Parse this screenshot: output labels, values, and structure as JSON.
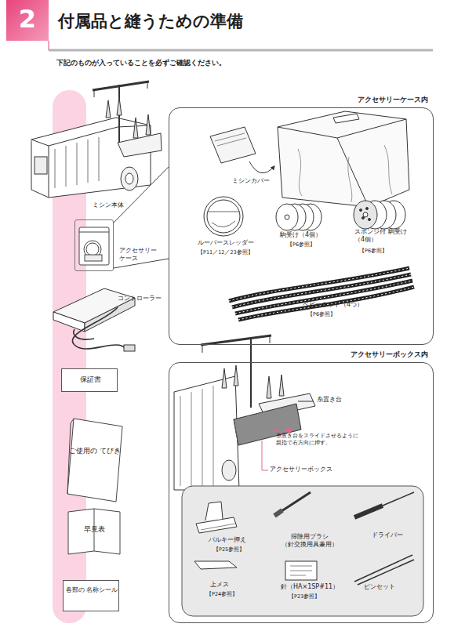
{
  "diagram": {
    "title": "付属品と縫うための準備",
    "nodes": [
      {
        "text": [
          "アクセサリーケース内"
        ]
      },
      {
        "text": [
          "アクセサリー ケース"
        ]
      },
      {
        "text": [
          "保証書"
        ]
      },
      {
        "text": [
          "ご使用の てびき"
        ]
      },
      {
        "text": [
          "早見表"
        ]
      },
      {
        "text": [
          "各部の 名称シール"
        ]
      },
      {
        "text": [
          "アクセサリーボックス内"
        ]
      }
    ],
    "edges": [
      {
        "from": 1,
        "to": 0,
        "arrow": "none"
      }
    ],
    "labels": [
      "2",
      "下記のものが入っていることを必ずご確認ください。",
      "ミシン本体",
      "ミシンカバー",
      "ルーパースレッダー",
      "【P11／12／23参照】",
      "駒受け（4個）",
      "【P6参照】",
      "スポンジ付 駒受け（4個）",
      "【P6参照】",
      "ベビーネット（4つ）",
      "【P6参照】",
      "コントローラー",
      "糸置き台",
      "糸置き台をスライドさせるように 親指で右方向に押す。",
      "アクセサリーボックス",
      "パルキー押え",
      "【P25参照】",
      "掃除用ブラシ （針交換用具兼用）",
      "ドライバー",
      "上メス",
      "【P24参照】",
      "針（HA×1SP#11）",
      "【P23参照】",
      "ピンセット"
    ]
  }
}
